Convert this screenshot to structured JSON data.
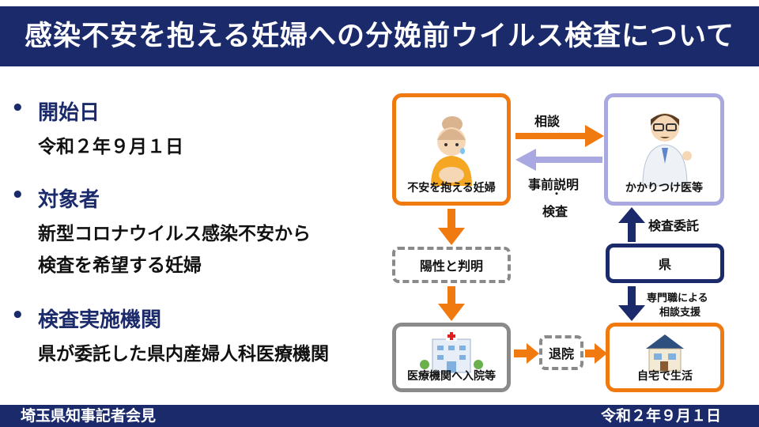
{
  "title": "感染不安を抱える妊婦への分娩前ウイルス検査について",
  "sections": [
    {
      "bullet": "•",
      "heading": "開始日",
      "lines": [
        "令和２年９月１日"
      ]
    },
    {
      "bullet": "•",
      "heading": "対象者",
      "lines": [
        "新型コロナウイルス感染不安から",
        "検査を希望する妊婦"
      ]
    },
    {
      "bullet": "•",
      "heading": "検査実施機関",
      "lines": [
        "県が委託した県内産婦人科医療機関"
      ]
    }
  ],
  "flow": {
    "pregnant": "不安を抱える妊婦",
    "doctor": "かかりつけ医等",
    "consult": "相談",
    "explain_1": "事前説明",
    "explain_dot": "・",
    "explain_2": "検査",
    "positive": "陽性と判明",
    "hospital": "医療機関へ入院等",
    "discharge": "退院",
    "home": "自宅で生活",
    "prefecture": "県",
    "commission": "検査委託",
    "support_1": "専門職による",
    "support_2": "相談支援"
  },
  "footer": {
    "left": "埼玉県知事記者会見",
    "right": "令和２年９月１日"
  },
  "colors": {
    "navy": "#1b2a6b",
    "orange": "#f07a10",
    "lavender": "#a9a8e0",
    "gray": "#8a8a8a"
  },
  "icons": [
    "pregnant-woman-illustration",
    "doctor-illustration",
    "hospital-illustration",
    "house-illustration"
  ]
}
